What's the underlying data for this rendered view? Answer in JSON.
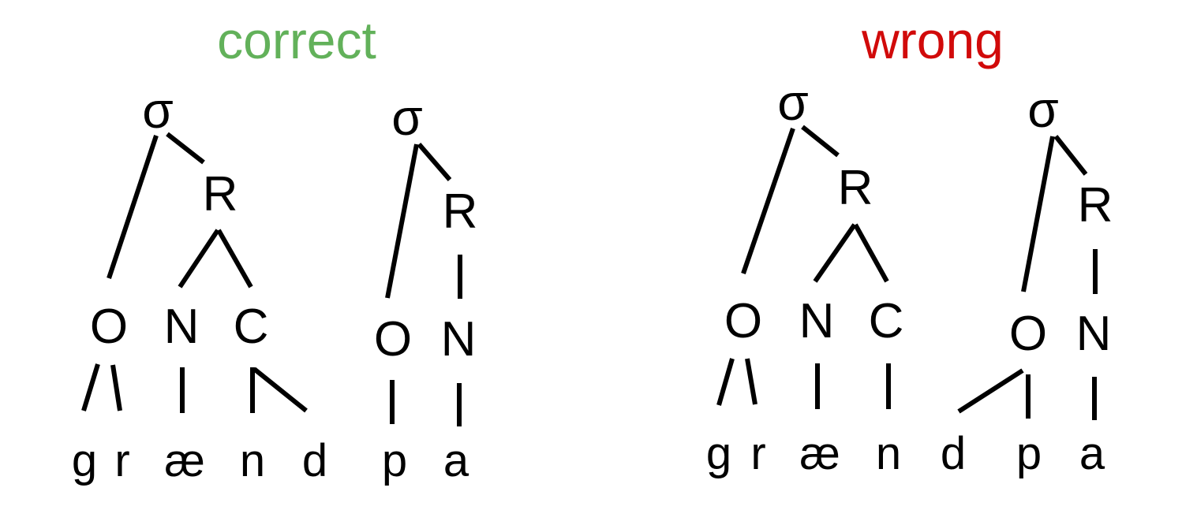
{
  "panels": [
    {
      "title": "correct",
      "title_color": "#62b15a",
      "syllables": [
        {
          "sigma": "σ",
          "rhyme": "R",
          "onset": "O",
          "nucleus": "N",
          "coda": "C"
        },
        {
          "sigma": "σ",
          "rhyme": "R",
          "onset": "O",
          "nucleus": "N"
        }
      ],
      "segments": [
        "g",
        "r",
        "æ",
        "n",
        "d",
        "p",
        "a"
      ]
    },
    {
      "title": "wrong",
      "title_color": "#d10a0a",
      "syllables": [
        {
          "sigma": "σ",
          "rhyme": "R",
          "onset": "O",
          "nucleus": "N",
          "coda": "C"
        },
        {
          "sigma": "σ",
          "rhyme": "R",
          "onset": "O",
          "nucleus": "N"
        }
      ],
      "segments": [
        "g",
        "r",
        "æ",
        "n",
        "d",
        "p",
        "a"
      ]
    }
  ]
}
